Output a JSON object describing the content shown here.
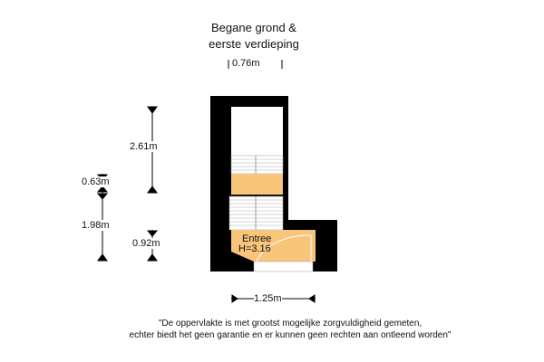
{
  "title": {
    "line1": "Begane grond &",
    "line2": "eerste verdieping"
  },
  "dimensions": {
    "top_width": "0.76m",
    "bottom_width": "1.25m",
    "upper_height": "2.61m",
    "landing": "0.63m",
    "lower_height": "1.98m",
    "entry_depth": "0.92m"
  },
  "room": {
    "name": "Entree",
    "height": "H=3.16"
  },
  "disclaimer": {
    "line1": "\"De oppervlakte is met grootst mogelijke zorgvuldigheid gemeten,",
    "line2": "echter biedt het geen garantie en er kunnen geen rechten aan ontleend worden\""
  },
  "colors": {
    "wall": "#000000",
    "floor": "#f8c57a"
  }
}
